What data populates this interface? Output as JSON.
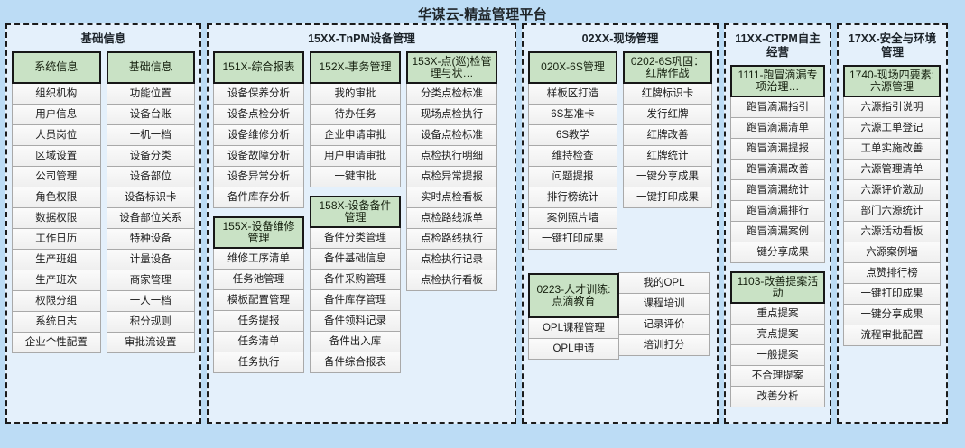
{
  "page": {
    "title": "华谋云-精益管理平台",
    "background_color": "#bcdcf5",
    "panel_background_color": "#e4f0fb",
    "header_node_color": "#c9e2c5",
    "node_color": "#f4f4f4"
  },
  "panels": [
    {
      "title": "基础信息",
      "columns": [
        {
          "header": "系统信息",
          "items": [
            "组织机构",
            "用户信息",
            "人员岗位",
            "区域设置",
            "公司管理",
            "角色权限",
            "数据权限",
            "工作日历",
            "生产班组",
            "生产班次",
            "权限分组",
            "系统日志",
            "企业个性配置"
          ]
        },
        {
          "header": "基础信息",
          "items": [
            "功能位置",
            "设备台账",
            "一机一档",
            "设备分类",
            "设备部位",
            "设备标识卡",
            "设备部位关系",
            "特种设备",
            "计量设备",
            "商家管理",
            "一人一档",
            "积分规则",
            "审批流设置"
          ]
        }
      ]
    },
    {
      "title": "15XX-TnPM设备管理",
      "columns": [
        {
          "groups": [
            {
              "header": "151X-综合报表",
              "items": [
                "设备保养分析",
                "设备点检分析",
                "设备维修分析",
                "设备故障分析",
                "设备异常分析",
                "备件库存分析"
              ]
            },
            {
              "header": "155X-设备维修管理",
              "items": [
                "维修工序清单",
                "任务池管理",
                "模板配置管理",
                "任务提报",
                "任务清单",
                "任务执行"
              ]
            }
          ]
        },
        {
          "groups": [
            {
              "header": "152X-事务管理",
              "items": [
                "我的审批",
                "待办任务",
                "企业申请审批",
                "用户申请审批",
                "一键审批"
              ]
            },
            {
              "header": "158X-设备备件管理",
              "items": [
                "备件分类管理",
                "备件基础信息",
                "备件采购管理",
                "备件库存管理",
                "备件领料记录",
                "备件出入库",
                "备件综合报表"
              ]
            }
          ]
        },
        {
          "groups": [
            {
              "header": "153X-点(巡)检管理与状…",
              "items": [
                "分类点检标准",
                "现场点检执行",
                "设备点检标准",
                "点检执行明细",
                "点检异常提报",
                "实时点检看板",
                "点检路线派单",
                "点检路线执行",
                "点检执行记录",
                "点检执行看板"
              ]
            }
          ]
        }
      ]
    },
    {
      "title": "02XX-现场管理",
      "columns": [
        {
          "groups": [
            {
              "header": "020X-6S管理",
              "items": [
                "样板区打造",
                "6S基准卡",
                "6S教学",
                "维持检查",
                "问题提报",
                "排行榜统计",
                "案例照片墙",
                "一键打印成果"
              ]
            }
          ]
        },
        {
          "groups": [
            {
              "header": "0202-6S巩固：红牌作战",
              "items": [
                "红牌标识卡",
                "发行红牌",
                "红牌改善",
                "红牌统计",
                "一键分享成果",
                "一键打印成果"
              ]
            }
          ]
        }
      ],
      "bottom_group": {
        "header": "0223-人才训练:点滴教育",
        "left_items": [
          "OPL课程管理",
          "OPL申请"
        ],
        "right_items": [
          "我的OPL",
          "课程培训",
          "记录评价",
          "培训打分"
        ]
      }
    },
    {
      "title": "11XX-CTPM自主经营",
      "columns": [
        {
          "groups": [
            {
              "header": "1111-跑冒滴漏专项治理…",
              "items": [
                "跑冒滴漏指引",
                "跑冒滴漏清单",
                "跑冒滴漏提报",
                "跑冒滴漏改善",
                "跑冒滴漏统计",
                "跑冒滴漏排行",
                "跑冒滴漏案例",
                "一键分享成果"
              ]
            },
            {
              "header": "1103-改善提案活动",
              "items": [
                "重点提案",
                "亮点提案",
                "一般提案",
                "不合理提案",
                "改善分析"
              ]
            }
          ]
        }
      ]
    },
    {
      "title": "17XX-安全与环境管理",
      "columns": [
        {
          "groups": [
            {
              "header": "1740-现场四要素:六源管理",
              "items": [
                "六源指引说明",
                "六源工单登记",
                "工单实施改善",
                "六源管理清单",
                "六源评价激励",
                "部门六源统计",
                "六源活动看板",
                "六源案例墙",
                "点赞排行榜",
                "一键打印成果",
                "一键分享成果",
                "流程审批配置"
              ]
            }
          ]
        }
      ]
    }
  ]
}
